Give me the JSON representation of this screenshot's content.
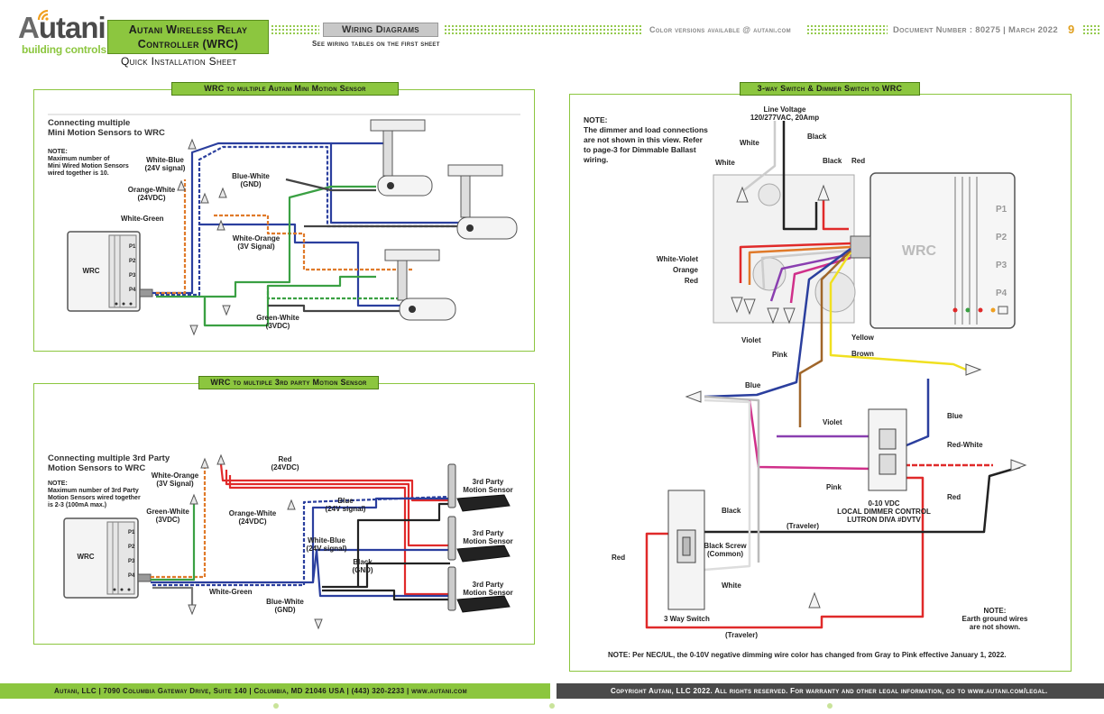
{
  "header": {
    "logo_word": "utani",
    "logo_letter": "A",
    "logo_sub": "building controls",
    "title_line1": "Autani Wireless Relay",
    "title_line2": "Controller (WRC)",
    "subtitle": "Quick Installation Sheet",
    "section_label": "Wiring Diagrams",
    "section_sub": "See wiring tables on the first sheet",
    "color_note": "Color versions available @ autani.com",
    "doc_number": "Document Number : 80275  |  March 2022",
    "page_number": "9"
  },
  "panel1": {
    "title": "WRC to multiple Autani Mini Motion Sensor",
    "heading_line1": "Connecting multiple",
    "heading_line2": "Mini Motion Sensors to WRC",
    "note_label": "NOTE:",
    "note_line1": "Maximum number of",
    "note_line2": "Mini Wired Motion Sensors",
    "note_line3": "wired together is 10.",
    "device_label": "WRC",
    "ports": [
      "P1",
      "P2",
      "P3",
      "P4"
    ],
    "wires": {
      "white_blue": "White-Blue",
      "white_blue_sub": "(24V signal)",
      "blue_white": "Blue-White",
      "blue_white_sub": "(GND)",
      "orange_white": "Orange-White",
      "orange_white_sub": "(24VDC)",
      "white_green": "White-Green",
      "white_orange": "White-Orange",
      "white_orange_sub": "(3V Signal)",
      "green_white": "Green-White",
      "green_white_sub": "(3VDC)"
    }
  },
  "panel2": {
    "title": "WRC to multiple 3rd party Motion Sensor",
    "heading_line1": "Connecting multiple 3rd Party",
    "heading_line2": "Motion Sensors to WRC",
    "note_label": "NOTE:",
    "note_line1": "Maximum number of 3rd Party",
    "note_line2": "Motion Sensors wired together",
    "note_line3": "is 2-3 (100mA max.)",
    "device_label": "WRC",
    "ports": [
      "P1",
      "P2",
      "P3",
      "P4"
    ],
    "sensor_label_line1": "3rd Party",
    "sensor_label_line2": "Motion Sensor",
    "wires": {
      "white_orange": "White-Orange",
      "white_orange_sub": "(3V Signal)",
      "red": "Red",
      "red_sub": "(24VDC)",
      "green_white": "Green-White",
      "green_white_sub": "(3VDC)",
      "orange_white": "Orange-White",
      "orange_white_sub": "(24VDC)",
      "blue": "Blue",
      "blue_sub": "(24V signal)",
      "white_blue": "White-Blue",
      "white_blue_sub": "(24V signal)",
      "black": "Black",
      "black_sub": "(GND)",
      "white_green": "White-Green",
      "blue_white": "Blue-White",
      "blue_white_sub": "(GND)"
    }
  },
  "panel3": {
    "title": "3-way Switch & Dimmer Switch to WRC",
    "note_label": "NOTE:",
    "note_line1": "The dimmer and load connections",
    "note_line2": "are not shown in this view. Refer",
    "note_line3": "to page-3 for Dimmable Ballast",
    "note_line4": "wiring.",
    "line_voltage_1": "Line Voltage",
    "line_voltage_2": "120/277VAC, 20Amp",
    "device_label": "WRC",
    "ports": [
      "P1",
      "P2",
      "P3",
      "P4"
    ],
    "labels": {
      "white_top": "White",
      "black_top": "Black",
      "white_left": "White",
      "black_right": "Black",
      "red_right": "Red",
      "white_violet": "White-Violet",
      "orange": "Orange",
      "red": "Red",
      "violet": "Violet",
      "pink": "Pink",
      "yellow": "Yellow",
      "brown": "Brown",
      "blue": "Blue",
      "violet2": "Violet",
      "blue2": "Blue",
      "red_white": "Red-White",
      "pink2": "Pink",
      "red2": "Red",
      "black_mid": "Black",
      "traveler_1": "(Traveler)",
      "black_screw_1": "Black Screw",
      "black_screw_2": "(Common)",
      "white_bottom": "White",
      "red_left": "Red",
      "three_way": "3 Way Switch",
      "traveler_2": "(Traveler)",
      "dimmer_1": "0-10 VDC",
      "dimmer_2": "LOCAL DIMMER CONTROL",
      "dimmer_3": "LUTRON DIVA #DVTV",
      "earth_1": "NOTE:",
      "earth_2": "Earth ground wires",
      "earth_3": "are not shown."
    },
    "bottom_note_bold": "NOTE:",
    "bottom_note": "Per NEC/UL, the 0-10V negative dimming wire color has changed from Gray to Pink effective January 1, 2022."
  },
  "footer": {
    "left": "Autani, LLC  |  7090 Columbia Gateway Drive, Suite 140  |  Columbia, MD 21046 USA  |  (443) 320-2233  |  www.autani.com",
    "right": "Copyright Autani, LLC 2022. All rights reserved. For warranty and other legal information, go to www.autani.com/legal."
  },
  "colors": {
    "brand_green": "#8cc63f",
    "footer_dark": "#4a4a4a",
    "wire_blue": "#2b3f9e",
    "wire_orange": "#e07a2a",
    "wire_green": "#3aa043",
    "wire_red": "#e02a2a",
    "wire_violet": "#8a3fb0",
    "wire_pink": "#d0308a",
    "wire_yellow": "#f0e020",
    "wire_brown": "#a0662a"
  }
}
